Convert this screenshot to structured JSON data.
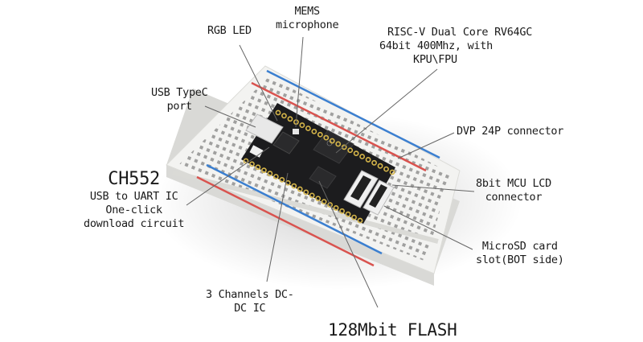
{
  "diagram": {
    "subject": "RISC-V development board on breadboard",
    "labels": {
      "rgb_led": [
        "RGB LED"
      ],
      "mems_mic": [
        "MEMS",
        "microphone"
      ],
      "cpu": [
        "RISC-V Dual Core RV64GC",
        "64bit 400Mhz, with",
        "KPU\\FPU"
      ],
      "usb_typec": [
        "USB TypeC",
        "port"
      ],
      "dvp": [
        "DVP 24P connector"
      ],
      "lcd": [
        "8bit MCU LCD",
        "connector"
      ],
      "ch552_title": "CH552",
      "ch552": [
        "USB to UART IC",
        "One-click",
        "download circuit"
      ],
      "microsd": [
        "MicroSD card",
        "slot(BOT side)"
      ],
      "dcdc": [
        "3 Channels DC-",
        "DC IC"
      ],
      "flash": "128Mbit FLASH"
    },
    "colors": {
      "breadboard": "#f2f2f0",
      "rail_red": "#d9534f",
      "rail_blue": "#3b7fd0",
      "pcb": "#1c1c1e",
      "pad_gold": "#d6b64a",
      "leader": "#666666"
    }
  }
}
